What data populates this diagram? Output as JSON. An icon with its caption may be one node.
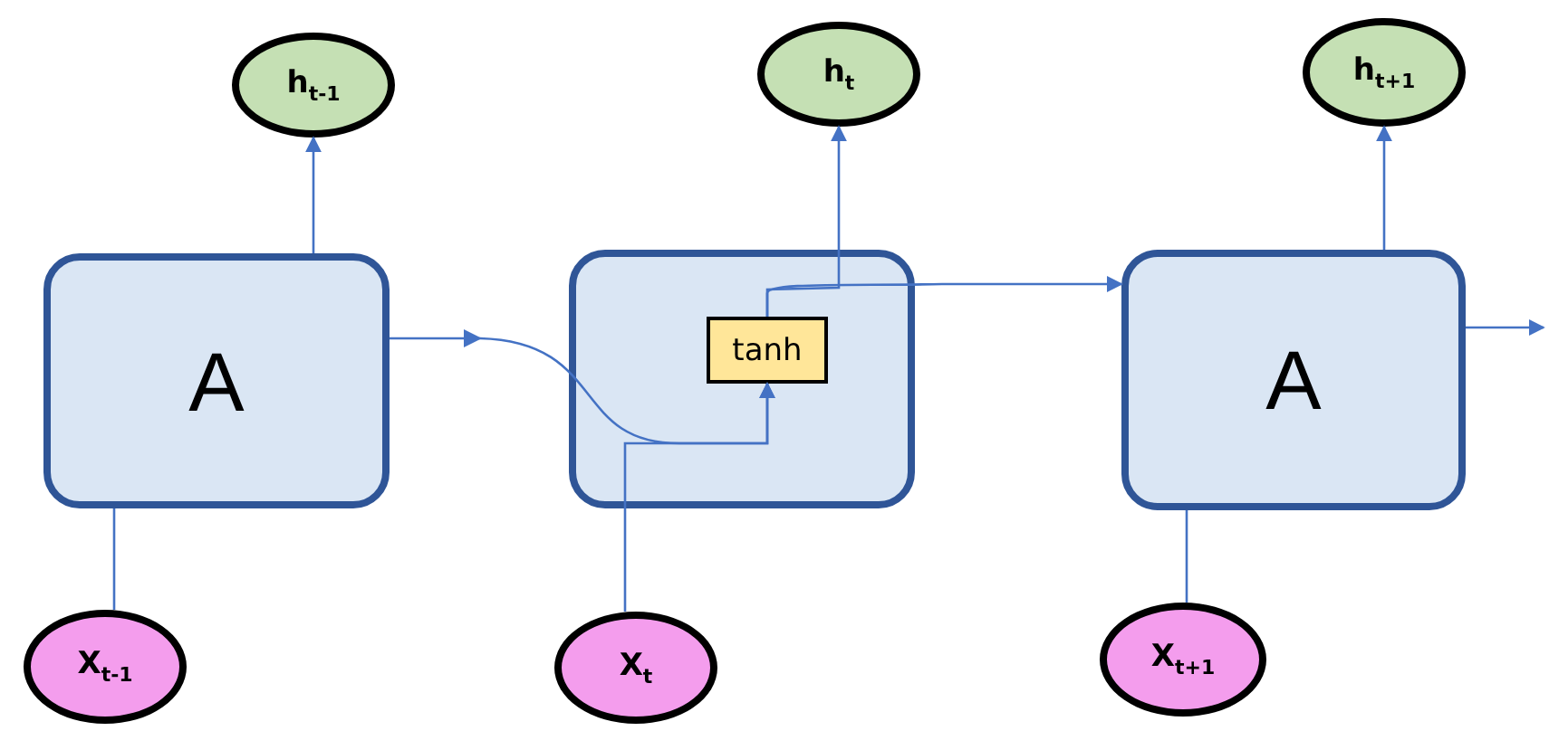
{
  "diagram": {
    "nodes": [
      {
        "text": [
          "h$_{t-1}$"
        ]
      },
      {
        "text": [
          "h$_{t}$"
        ]
      },
      {
        "text": [
          "h$_{t+1}$"
        ]
      },
      {
        "text": [
          "A"
        ]
      },
      {
        "text": [],
        "shape": "box"
      },
      {
        "text": [
          "tanh"
        ],
        "in": 4
      },
      {
        "text": [
          "A"
        ]
      },
      {
        "text": [
          "X$_{t-1}$"
        ]
      },
      {
        "text": [
          "X$_{t}$"
        ]
      },
      {
        "text": [
          "X$_{t+1}$"
        ]
      }
    ],
    "edges": [
      {
        "from": 3,
        "to": 0,
        "arrow": "to"
      },
      {
        "from": 5,
        "to": 1,
        "arrow": "to"
      },
      {
        "from": 6,
        "to": 2,
        "arrow": "to"
      },
      {
        "from": 7,
        "to": 3,
        "arrow": "none"
      },
      {
        "from": 3,
        "to": 5,
        "arrow": "to"
      },
      {
        "from": 8,
        "to": 5,
        "arrow": "to"
      },
      {
        "from": 5,
        "to": 6,
        "arrow": "to"
      },
      {
        "from": 9,
        "to": 6,
        "arrow": "none"
      },
      {
        "from": 6,
        "to": null,
        "arrow": "to"
      }
    ]
  }
}
